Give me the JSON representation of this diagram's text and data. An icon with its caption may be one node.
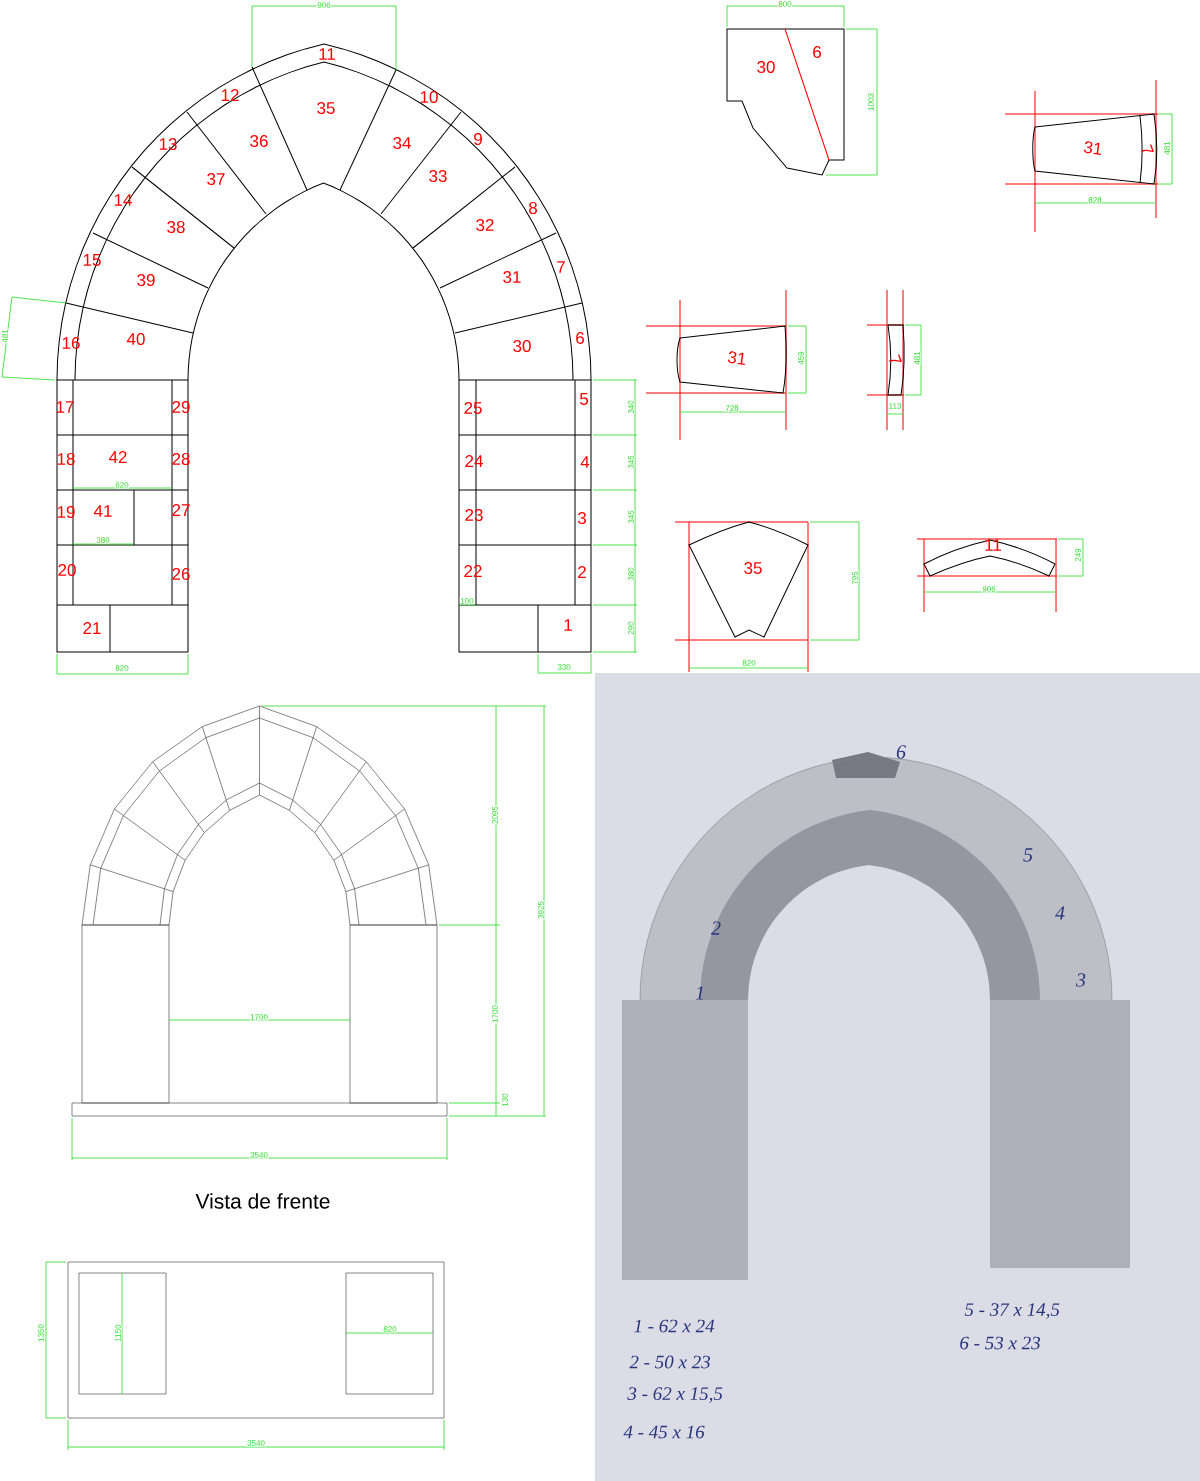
{
  "diagram": {
    "labels": [
      "906",
      "11",
      "12",
      "35",
      "10",
      "13",
      "36",
      "34",
      "9",
      "37",
      "33",
      "14",
      "8",
      "38",
      "32",
      "15",
      "7",
      "39",
      "31",
      "481",
      "16",
      "40",
      "30",
      "6",
      "17",
      "29",
      "25",
      "5",
      "340",
      "18",
      "42",
      "28",
      "24",
      "4",
      "345",
      "620",
      "19",
      "41",
      "27",
      "23",
      "3",
      "345",
      "380",
      "20",
      "26",
      "22",
      "2",
      "380",
      "100",
      "21",
      "1",
      "290",
      "820",
      "330",
      "800",
      "30",
      "6",
      "1003",
      "31",
      "7",
      "481",
      "828",
      "31",
      "7",
      "459",
      "481",
      "728",
      "113",
      "35",
      "11",
      "249",
      "795",
      "906",
      "820",
      "2095",
      "3925",
      "1700",
      "1700",
      "130",
      "3540",
      "Vista de frente",
      "1350",
      "1150",
      "820",
      "3540",
      "6",
      "5",
      "4",
      "2",
      "3",
      "1",
      "1 - 62 x 24",
      "2 - 50 x 23",
      "3 - 62 x 15,5",
      "4 - 45 x 16",
      "5 - 37 x 14,5",
      "6 - 53 x 23"
    ]
  }
}
